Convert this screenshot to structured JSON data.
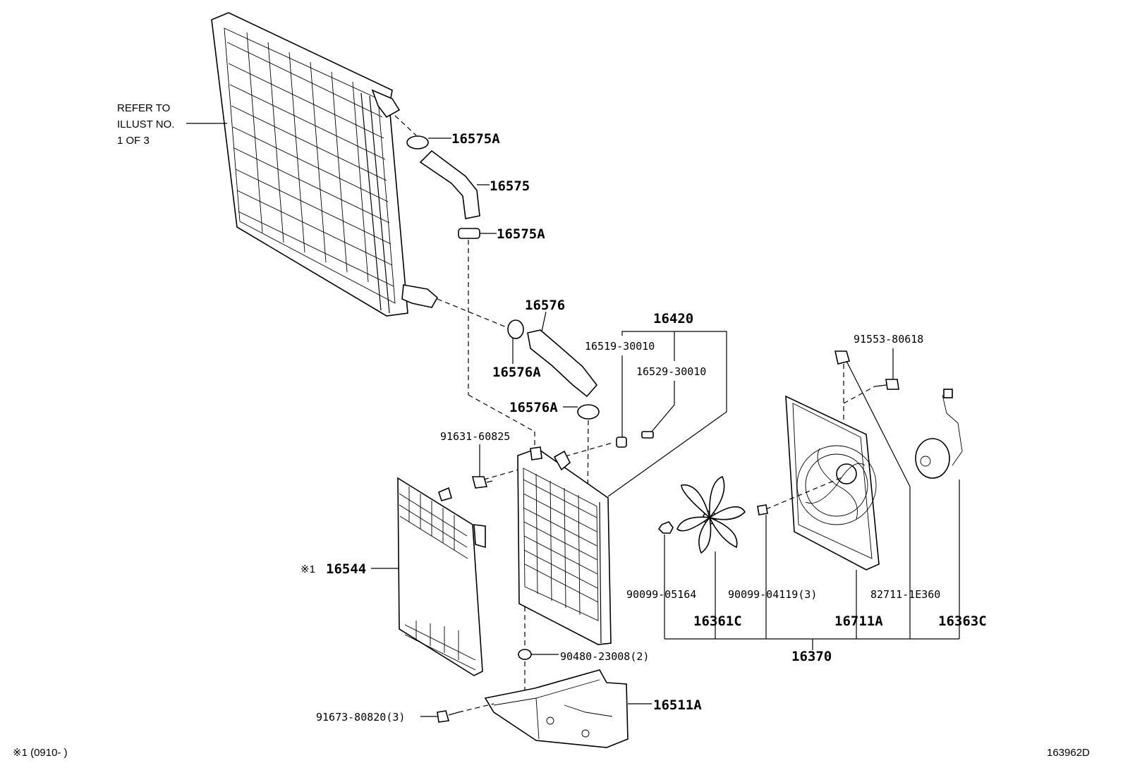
{
  "diagram_id": "163962D",
  "footnote": "※1 (0910-      )",
  "refer_note": [
    "REFER TO",
    "ILLUST NO.",
    "1 OF 3"
  ],
  "labels": {
    "p16575A_top": "16575A",
    "p16575": "16575",
    "p16575A_bottom": "16575A",
    "p16576": "16576",
    "p16576A_left": "16576A",
    "p16576A_right": "16576A",
    "p16420": "16420",
    "p16519": "16519-30010",
    "p16529": "16529-30010",
    "p91631": "91631-60825",
    "p91553": "91553-80618",
    "p16544_mark": "※1",
    "p16544": "16544",
    "p90099_05164": "90099-05164",
    "p90099_04119": "90099-04119(3)",
    "p82711": "82711-1E360",
    "p16361C": "16361C",
    "p16711A": "16711A",
    "p16363C": "16363C",
    "p16370": "16370",
    "p90480": "90480-23008(2)",
    "p91673": "91673-80820(3)",
    "p16511A": "16511A"
  }
}
